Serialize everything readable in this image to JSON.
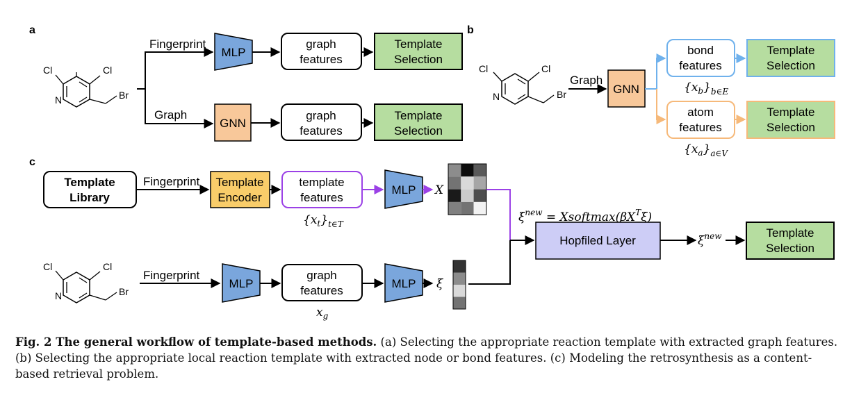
{
  "panels": {
    "a": "a",
    "b": "b",
    "c": "c"
  },
  "molecule": {
    "cl1": "Cl",
    "cl2": "Cl",
    "n": "N",
    "br": "Br"
  },
  "edges": {
    "fingerprint": "Fingerprint",
    "graph": "Graph"
  },
  "blocks": {
    "mlp": "MLP",
    "gnn": "GNN",
    "graph_features": [
      "graph",
      "features"
    ],
    "template_selection": [
      "Template",
      "Selection"
    ],
    "bond_features": [
      "bond",
      "features"
    ],
    "atom_features": [
      "atom",
      "features"
    ],
    "template_library": [
      "Template",
      "Library"
    ],
    "template_encoder": [
      "Template",
      "Encoder"
    ],
    "template_features": [
      "template",
      "features"
    ],
    "hopfield_layer": "Hopfiled Layer"
  },
  "math": {
    "xb": "{x",
    "xb_sub1": "b",
    "xb_close": "}",
    "xb_sub2": "b∈E",
    "xa": "{x",
    "xa_sub1": "a",
    "xa_close": "}",
    "xa_sub2": "a∈V",
    "xt": "{x",
    "xt_sub1": "t",
    "xt_close": "}",
    "xt_sub2": "t∈T",
    "xg": "x",
    "xg_sub": "g",
    "X": "X",
    "xi": "ξ",
    "xi_new_eq_left": "ξ",
    "xi_new_sup": "new",
    "xi_new_eq_right": " = Xsoftmax(βX",
    "xi_new_eq_T": "T",
    "xi_new_eq_end": "ξ)",
    "xi_new_out": "ξ",
    "xi_new_out_sup": "new"
  },
  "colors": {
    "mlp": "#7aa6dc",
    "gnn": "#f8c89a",
    "template_selection": "#b6dda0",
    "template_encoder": "#f9cd6a",
    "hopfield": "#cdcdf6",
    "purple": "#9b41e6",
    "blue_line": "#6fb1ec",
    "orange_line": "#f6b97a"
  },
  "heatmap_X": [
    [
      0.55,
      0.05,
      0.35
    ],
    [
      0.45,
      0.85,
      0.65
    ],
    [
      0.1,
      0.8,
      0.3
    ],
    [
      0.5,
      0.45,
      0.95
    ]
  ],
  "heatmap_xi": [
    0.2,
    0.55,
    0.85,
    0.45
  ],
  "caption": {
    "title": "Fig. 2 The general workflow of template-based methods.",
    "body": " (a) Selecting the appropriate reaction template with extracted graph features. (b) Selecting the appropriate local reaction template with extracted node or bond features. (c) Modeling the retrosynthesis as a content-based retrieval problem."
  }
}
